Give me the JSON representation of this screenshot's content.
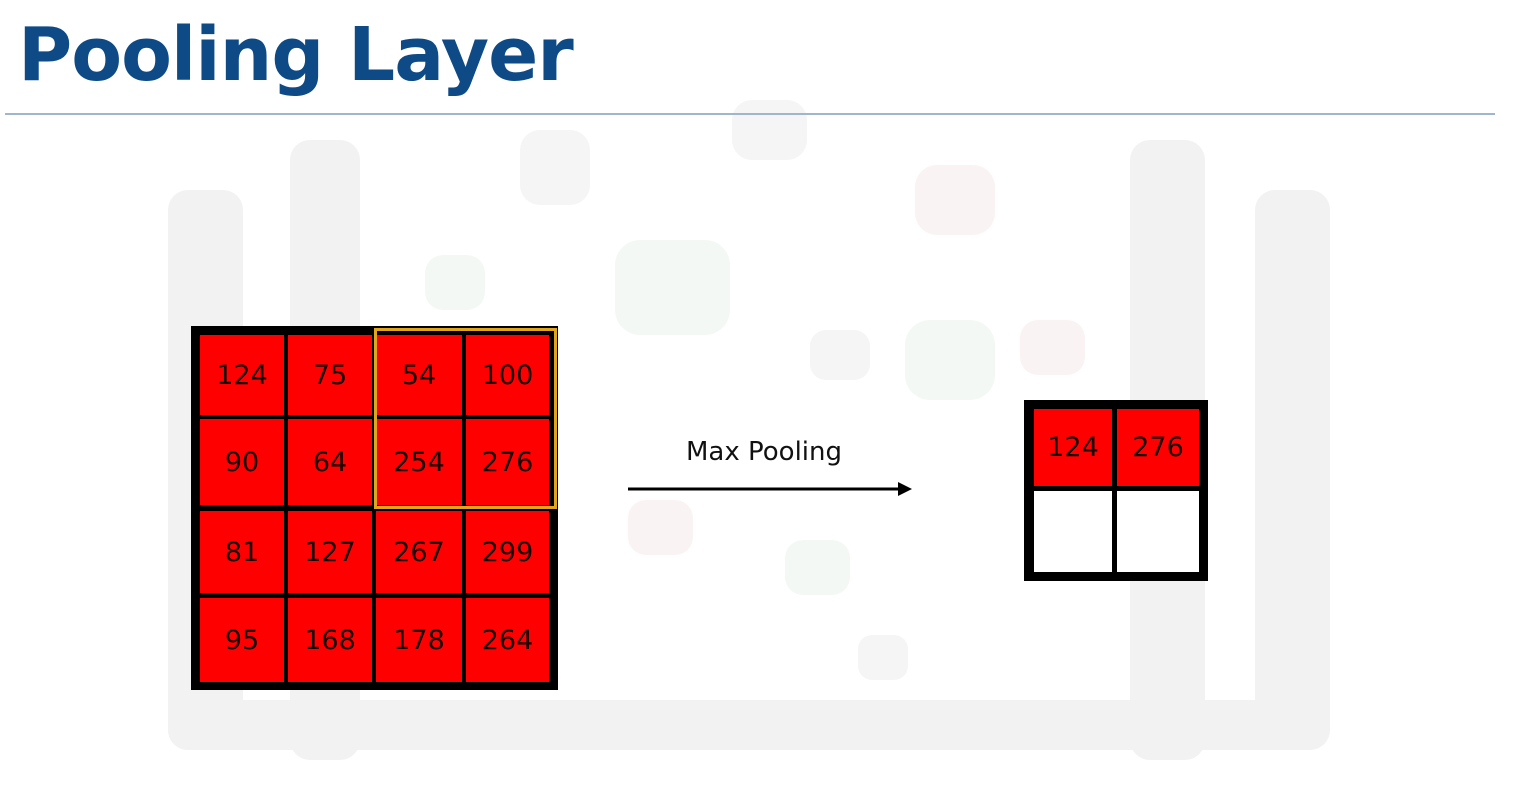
{
  "slide": {
    "title": "Pooling Layer"
  },
  "input_matrix": {
    "rows": [
      [
        "124",
        "75",
        "54",
        "100"
      ],
      [
        "90",
        "64",
        "254",
        "276"
      ],
      [
        "81",
        "127",
        "267",
        "299"
      ],
      [
        "95",
        "168",
        "178",
        "264"
      ]
    ]
  },
  "operation": {
    "label": "Max Pooling"
  },
  "output_matrix": {
    "rows": [
      [
        "124",
        "276"
      ],
      [
        "",
        ""
      ]
    ]
  },
  "colors": {
    "title": "#0d4a86",
    "cell_fill": "#ff0000",
    "empty_cell_fill": "#ffffff",
    "window_border": "#e0a41d",
    "grid_lines": "#000000"
  },
  "icons": {
    "arrow": "right-arrow-icon"
  }
}
